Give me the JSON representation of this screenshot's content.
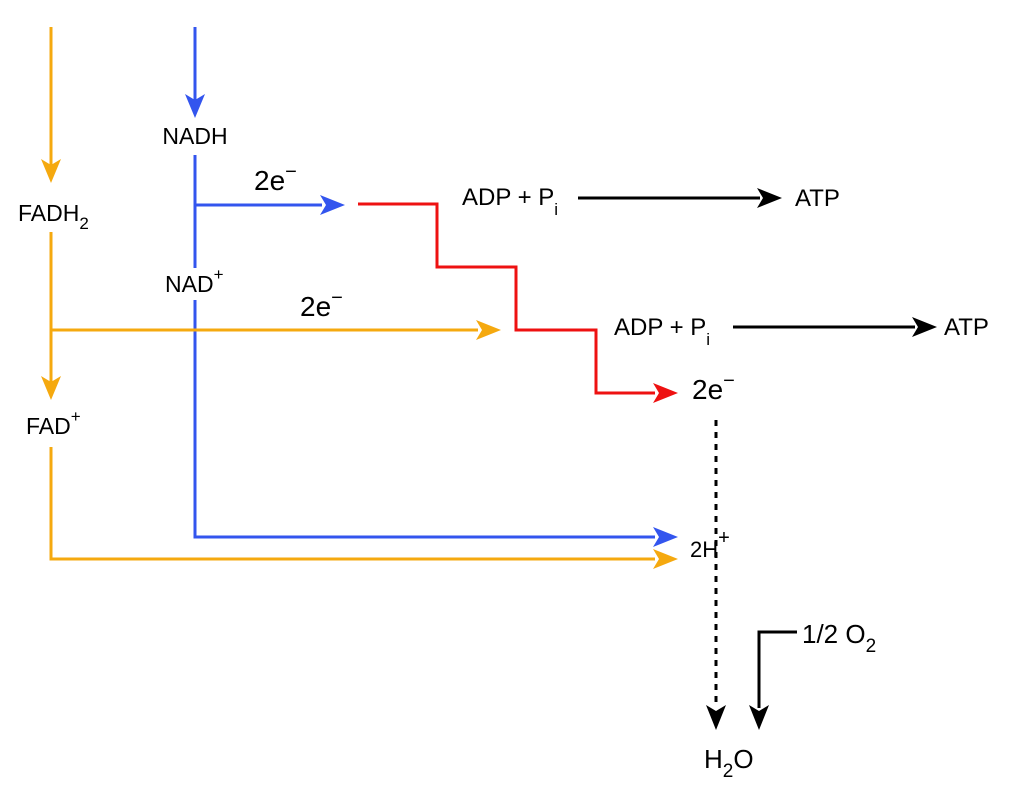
{
  "labels": {
    "nadh": "NADH",
    "nad": "NAD",
    "plus": "+",
    "fadh": "FADH",
    "sub2": "2",
    "fad": "FAD",
    "two_e": "2e",
    "minus": "−",
    "adp_pi": "ADP + P",
    "sub_i": "i",
    "atp": "ATP",
    "two_h": "2H",
    "half_o": "1/2 O",
    "h": "H",
    "o": "O"
  },
  "colors": {
    "nadh_path": "#3355ee",
    "fadh_path": "#f5a90f",
    "electron_path": "#ee1111",
    "black": "#000000"
  }
}
